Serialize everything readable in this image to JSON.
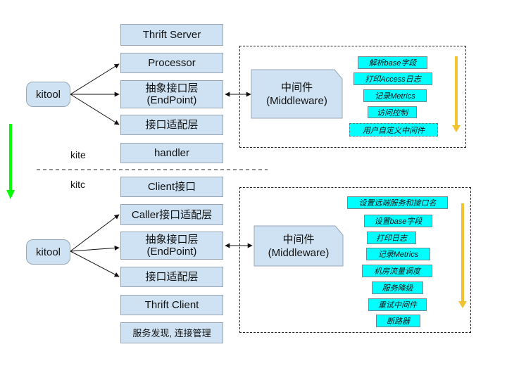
{
  "kite_section": {
    "kitool": "kitool",
    "layers": [
      "Thrift Server",
      "Processor",
      "抽象接口层\n(EndPoint)",
      "接口适配层",
      "handler"
    ],
    "middleware_title": "中间件",
    "middleware_subtitle": "(Middleware)",
    "features": [
      "解析base字段",
      "打印Access日志",
      "记录Metrics",
      "访问控制",
      "用户自定义中间件"
    ]
  },
  "divider_labels": {
    "top": "kite",
    "bottom": "kitc"
  },
  "kitc_section": {
    "kitool": "kitool",
    "layers": [
      "Client接口",
      "Caller接口适配层",
      "抽象接口层\n(EndPoint)",
      "接口适配层",
      "Thrift Client",
      "服务发现, 连接管理"
    ],
    "middleware_title": "中间件",
    "middleware_subtitle": "(Middleware)",
    "features": [
      "设置远端服务和接口名",
      "设置base字段",
      "打印日志",
      "记录Metrics",
      "机房流量调度",
      "服务降级",
      "重试中间件",
      "断路器"
    ]
  },
  "colors": {
    "box_fill": "#cfe2f3",
    "chip_fill": "#00ffff",
    "flow_arrow": "#f1c232",
    "side_arrow": "#00ff00"
  }
}
